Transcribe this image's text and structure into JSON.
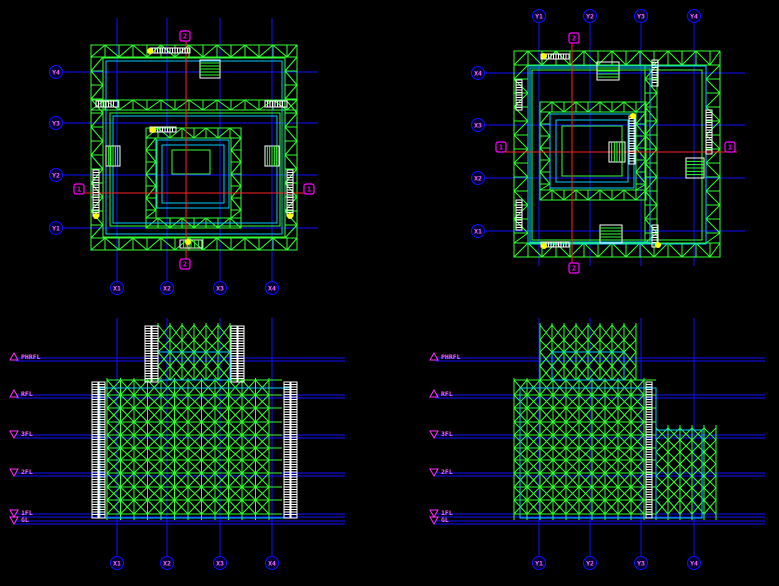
{
  "colors": {
    "background": "#000000",
    "grid": "#1010ff",
    "scaffold": "#33ff33",
    "frame": "#00ccff",
    "section": "#ff2222",
    "tag": "#ff00ff",
    "bubble_fill": "#000033",
    "label": "#ff66ff",
    "level_marker": "#ff33ff",
    "highlight": "#ffff00",
    "stair": "#ffffff"
  },
  "plan_left": {
    "x_axes": [
      "X1",
      "X2",
      "X3",
      "X4"
    ],
    "y_axes": [
      "Y4",
      "Y3",
      "Y2",
      "Y1"
    ],
    "section_tags": [
      "1",
      "1",
      "2",
      "2"
    ]
  },
  "plan_right": {
    "top_axes": [
      "Y1",
      "Y2",
      "Y3",
      "Y4"
    ],
    "left_axes": [
      "X4",
      "X3",
      "X2",
      "X1"
    ],
    "section_tags": [
      "1",
      "1",
      "2",
      "2"
    ]
  },
  "elevation_left": {
    "levels": [
      "PHRFL",
      "RFL",
      "3FL",
      "2FL",
      "1FL",
      "GL"
    ],
    "axes": [
      "X1",
      "X2",
      "X3",
      "X4"
    ]
  },
  "elevation_right": {
    "levels": [
      "PHRFL",
      "RFL",
      "3FL",
      "2FL",
      "1FL",
      "GL"
    ],
    "axes": [
      "Y1",
      "Y2",
      "Y3",
      "Y4"
    ]
  }
}
